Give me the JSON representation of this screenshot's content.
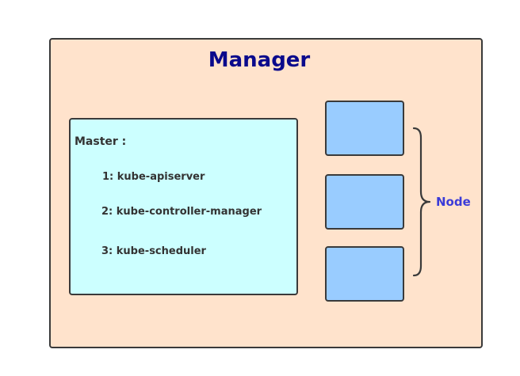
{
  "manager": {
    "title": "Manager"
  },
  "master": {
    "title": "Master :",
    "components": [
      "1: kube-apiserver",
      "2: kube-controller-manager",
      "3: kube-scheduler"
    ]
  },
  "nodes": {
    "label": "Node",
    "count": 3
  },
  "colors": {
    "manager_fill": "#ffe3cc",
    "master_fill": "#ccffff",
    "node_fill": "#99ccff",
    "title_color": "#0a0a8c",
    "node_label_color": "#3b3bd8",
    "border": "#3a3a3a"
  }
}
